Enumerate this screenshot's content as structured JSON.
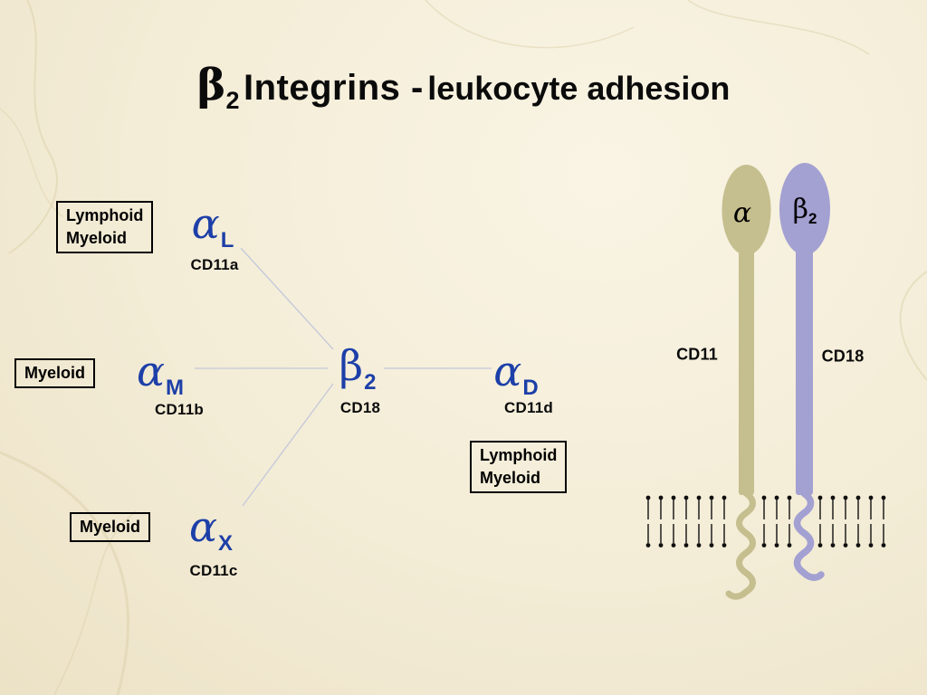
{
  "page": {
    "background": "#f3ecd7",
    "accent_blue": "#1d3fa8",
    "connector_line_color": "#c3c8da",
    "ink": "#0b0b0b"
  },
  "title": {
    "greek": "β",
    "greek_sub": "2",
    "main": "Integrins -",
    "subtitle": "leukocyte adhesion"
  },
  "network": {
    "center": {
      "greek": "β",
      "sub": "2",
      "cd": "CD18"
    },
    "alphaL": {
      "greek": "α",
      "sub": "L",
      "cd": "CD11a"
    },
    "alphaM": {
      "greek": "α",
      "sub": "M",
      "cd": "CD11b"
    },
    "alphaX": {
      "greek": "α",
      "sub": "X",
      "cd": "CD11c"
    },
    "alphaD": {
      "greek": "α",
      "sub": "D",
      "cd": "CD11d"
    },
    "boxes": {
      "alphaL": {
        "line1": "Lymphoid",
        "line2": "Myeloid"
      },
      "alphaM": {
        "line1": "Myeloid"
      },
      "alphaX": {
        "line1": "Myeloid"
      },
      "alphaD": {
        "line1": "Lymphoid",
        "line2": "Myeloid"
      }
    }
  },
  "structure": {
    "alpha": {
      "head_label": "α",
      "cd": "CD11",
      "color": "#c5be8e"
    },
    "beta": {
      "head_label": "β",
      "head_sub": "2",
      "cd": "CD18",
      "color": "#a3a0d2"
    }
  }
}
